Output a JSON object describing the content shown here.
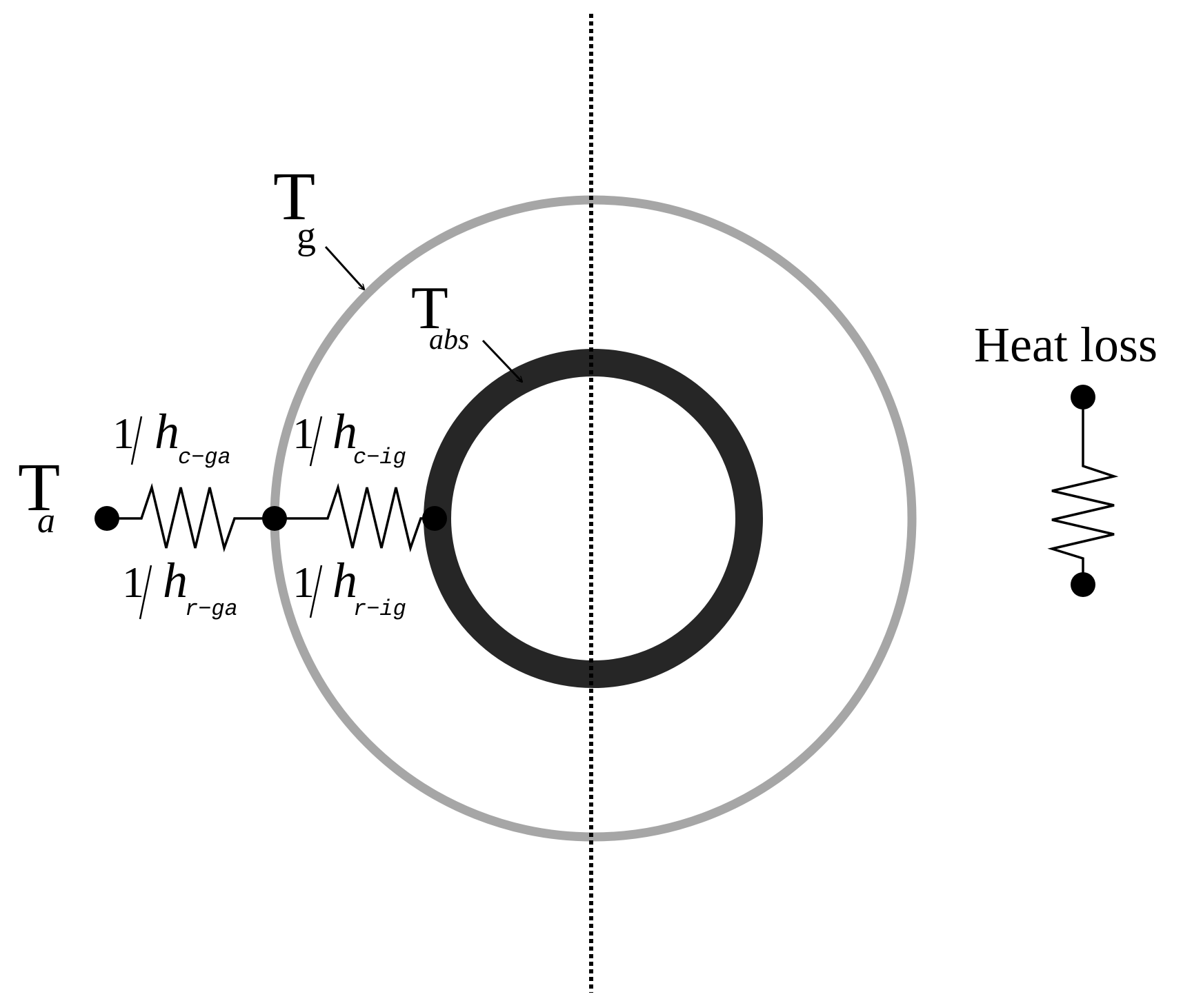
{
  "colors": {
    "outer_ring": "#a6a6a6",
    "inner_ring": "#262626",
    "ink": "#000000",
    "background": "#ffffff"
  },
  "labels": {
    "t_glass": {
      "main": "T",
      "sub": "g"
    },
    "t_absorber": {
      "main": "T",
      "sub": "abs"
    },
    "t_ambient": {
      "main": "T",
      "sub": "a"
    },
    "heat_loss": "Heat loss",
    "r_conv_ga": {
      "num": "1",
      "var": "h",
      "sub": "c−ga"
    },
    "r_rad_ga": {
      "num": "1",
      "var": "h",
      "sub": "r−ga"
    },
    "r_conv_ig": {
      "num": "1",
      "var": "h",
      "sub": "c−ig"
    },
    "r_rad_ig": {
      "num": "1",
      "var": "h",
      "sub": "r−ig"
    }
  }
}
